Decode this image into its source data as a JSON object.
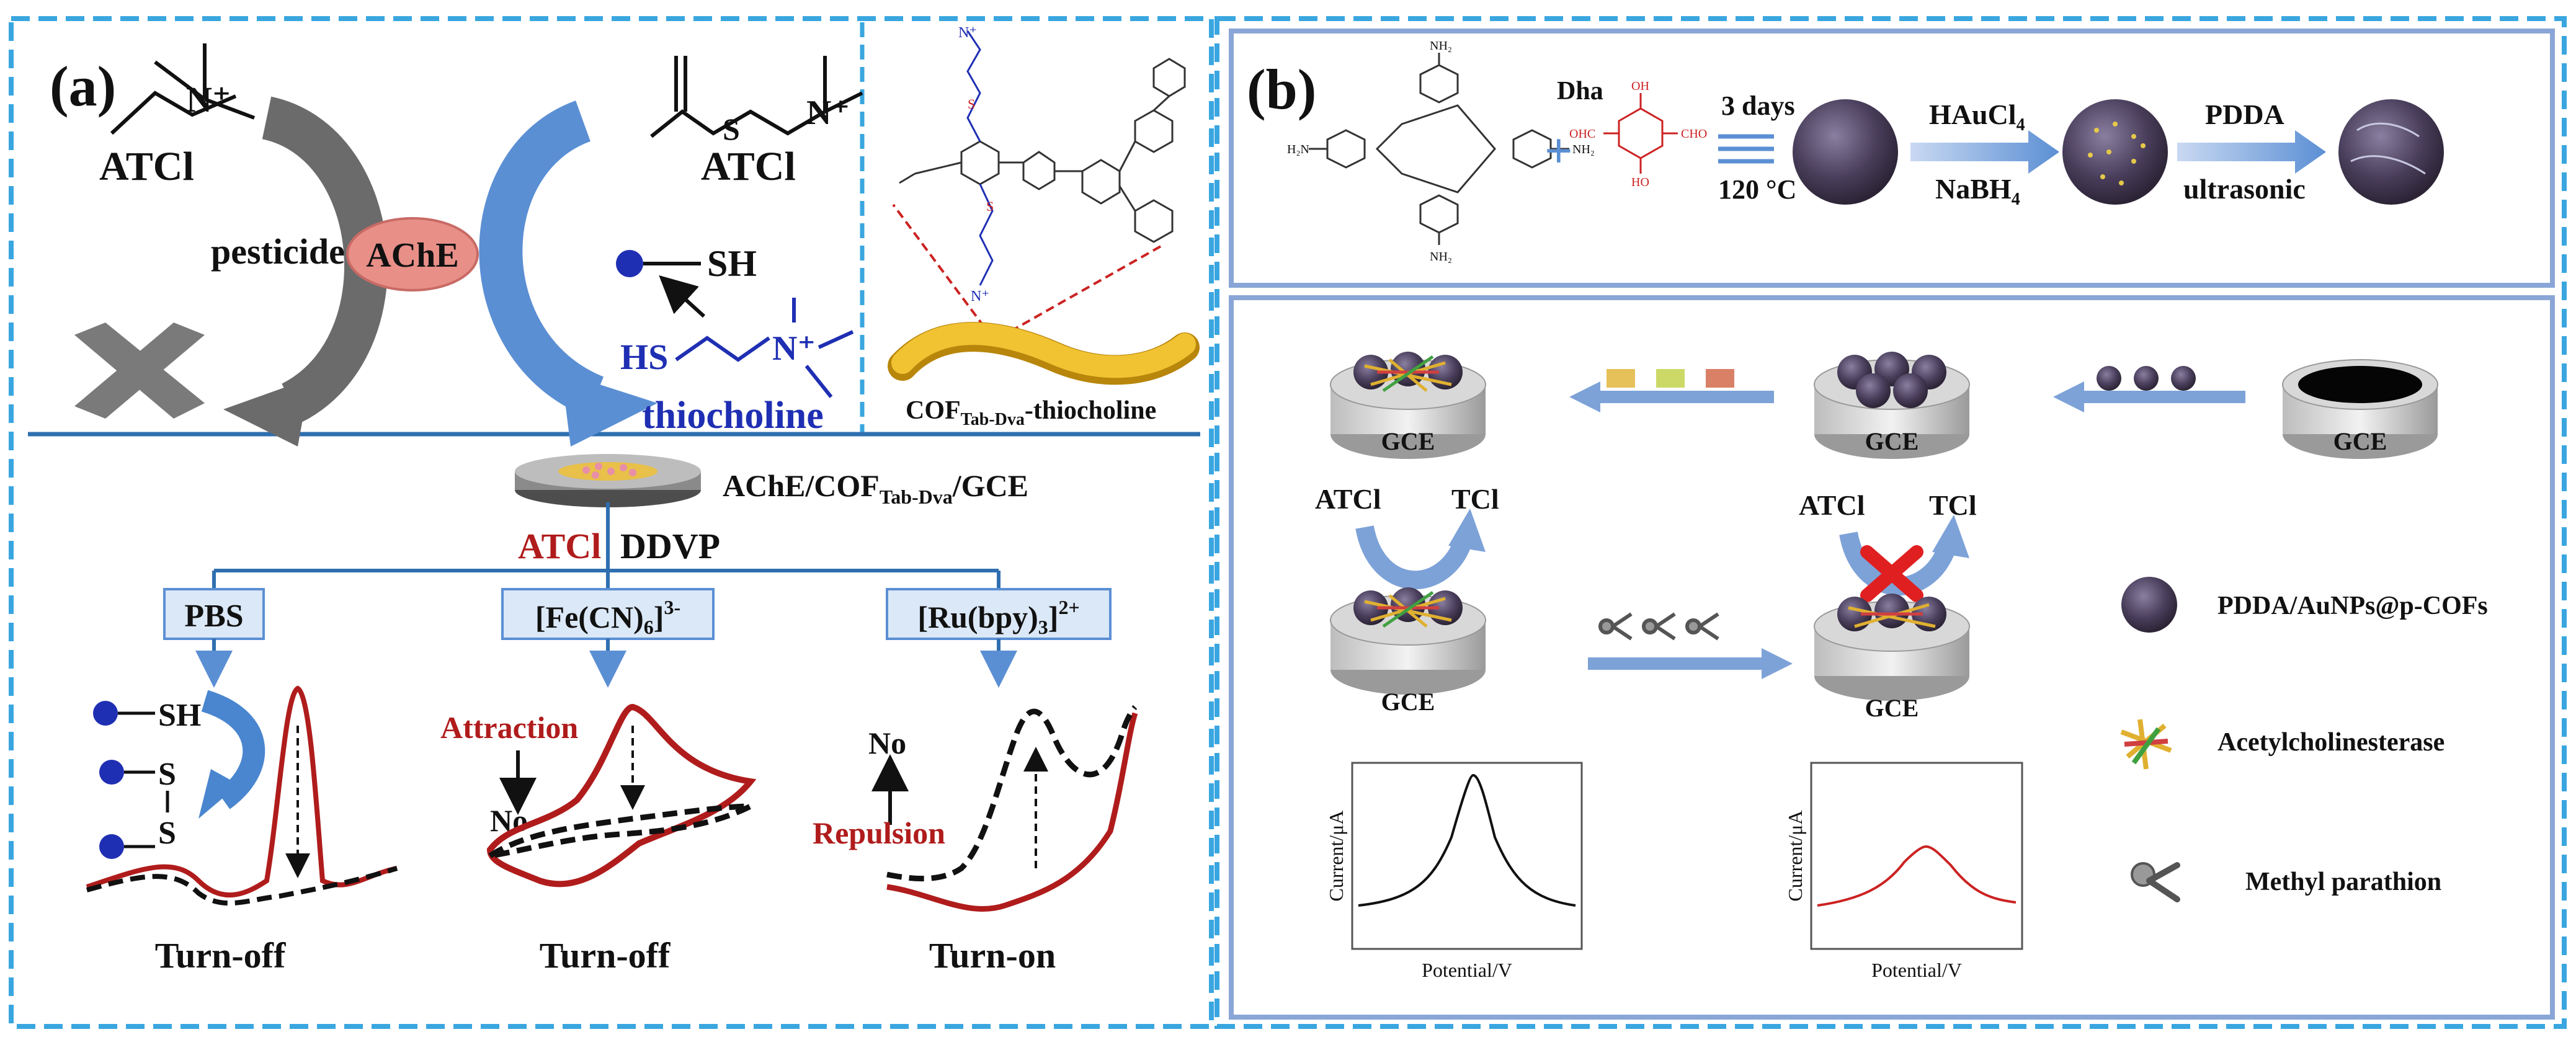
{
  "panel_a": {
    "label": "(a)",
    "substrate_left": "ATCl",
    "substrate_right": "ATCl",
    "enzyme": "AChE",
    "inhibitor": "pesticide",
    "product": "thiocholine",
    "cof_label_main": "COF",
    "cof_label_sub": "Tab-Dva",
    "cof_label_tail": "-thiocholine",
    "electrode_label_main": "AChE/COF",
    "electrode_label_sub": "Tab-Dva",
    "electrode_label_tail": "/GCE",
    "reagent_1": "ATCl",
    "reagent_2": "DDVP",
    "probe_1": "PBS",
    "probe_2_main": "[Fe(CN)",
    "probe_2_sub": "6",
    "probe_2_tail": "]",
    "probe_2_sup": "3-",
    "probe_3_main": "[Ru(bpy)",
    "probe_3_sub": "3",
    "probe_3_tail": "]",
    "probe_3_sup": "2+",
    "sh_label": "SH",
    "s_label": "S",
    "attraction": "Attraction",
    "repulsion": "Repulsion",
    "no_label": "No",
    "result_1": "Turn-off",
    "result_2": "Turn-off",
    "result_3": "Turn-on"
  },
  "panel_b": {
    "label": "(b)",
    "dha": "Dha",
    "time": "3 days",
    "temp": "120 °C",
    "reagent_au_main": "HAuCl",
    "reagent_au_sub": "4",
    "reagent_red_main": "NaBH",
    "reagent_red_sub": "4",
    "reagent_pdda": "PDDA",
    "ultrasonic": "ultrasonic",
    "gce": "GCE",
    "atcl": "ATCl",
    "tcl": "TCl",
    "legend_1": "PDDA/AuNPs@p-COFs",
    "legend_2": "Acetylcholinesterase",
    "legend_3": "Methyl parathion",
    "ylabel": "Current/μA",
    "xlabel": "Potential/V"
  },
  "colors": {
    "frame_blue": "#3aa6e0",
    "box_blue": "#8aa6d6",
    "arrow_blue": "#5b8fd4",
    "dark_red": "#b01c1c",
    "navy": "#1f2fb3",
    "gray_arrow": "#6b6b6b",
    "ache_pink": "#e88f88"
  }
}
